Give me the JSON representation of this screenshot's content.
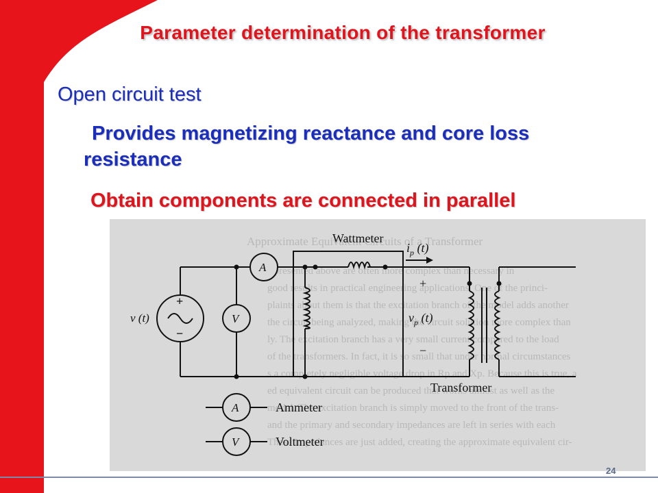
{
  "slide": {
    "title": "Parameter determination of the transformer",
    "heading": "Open circuit test",
    "bullet1_line1": "Provides magnetizing reactance and core loss",
    "bullet1_line2": "resistance",
    "bullet2": "Obtain components are connected in parallel",
    "page_number": "24"
  },
  "figure": {
    "wattmeter_label": "Wattmeter",
    "current_label": "i",
    "current_sub": "p",
    "current_arg": " (t)",
    "source_label": "v (t)",
    "voltage_label": "v",
    "voltage_sub": "p",
    "voltage_arg": " (t)",
    "plus_sign": "+",
    "minus_sign": "−",
    "ammeter_symbol": "A",
    "voltmeter_symbol": "V",
    "transformer_label": "Transformer",
    "legend_ammeter": "Ammeter",
    "legend_voltmeter": "Voltmeter",
    "background_text_lines": [
      "Approximate Equivalent Circuits of a Transformer",
      "s presented above are often more complex than necessary in",
      "good results in practical engineering applications. One of the princi-",
      "plaints about them is that the excitation branch of the model adds another",
      "the circuit being analyzed, making the circuit solution more complex than",
      "ly. The excitation branch has a very small current compared to the load",
      "of the transformers. In fact, it is so small that under normal circumstances",
      "s a completely negligible voltage drop in Rp and Xp. Because this is true, a",
      "ed equivalent circuit can be produced that works almost as well as the",
      "model. The excitation branch is simply moved to the front of the trans-",
      "and the primary and secondary impedances are left in series with each",
      "These impedances are just added, creating the approximate equivalent cir-"
    ]
  },
  "colors": {
    "brand_red": "#e8141c",
    "title_red": "#e0141c",
    "text_blue": "#1a2dbb",
    "figure_gray": "#d9d9d9"
  }
}
